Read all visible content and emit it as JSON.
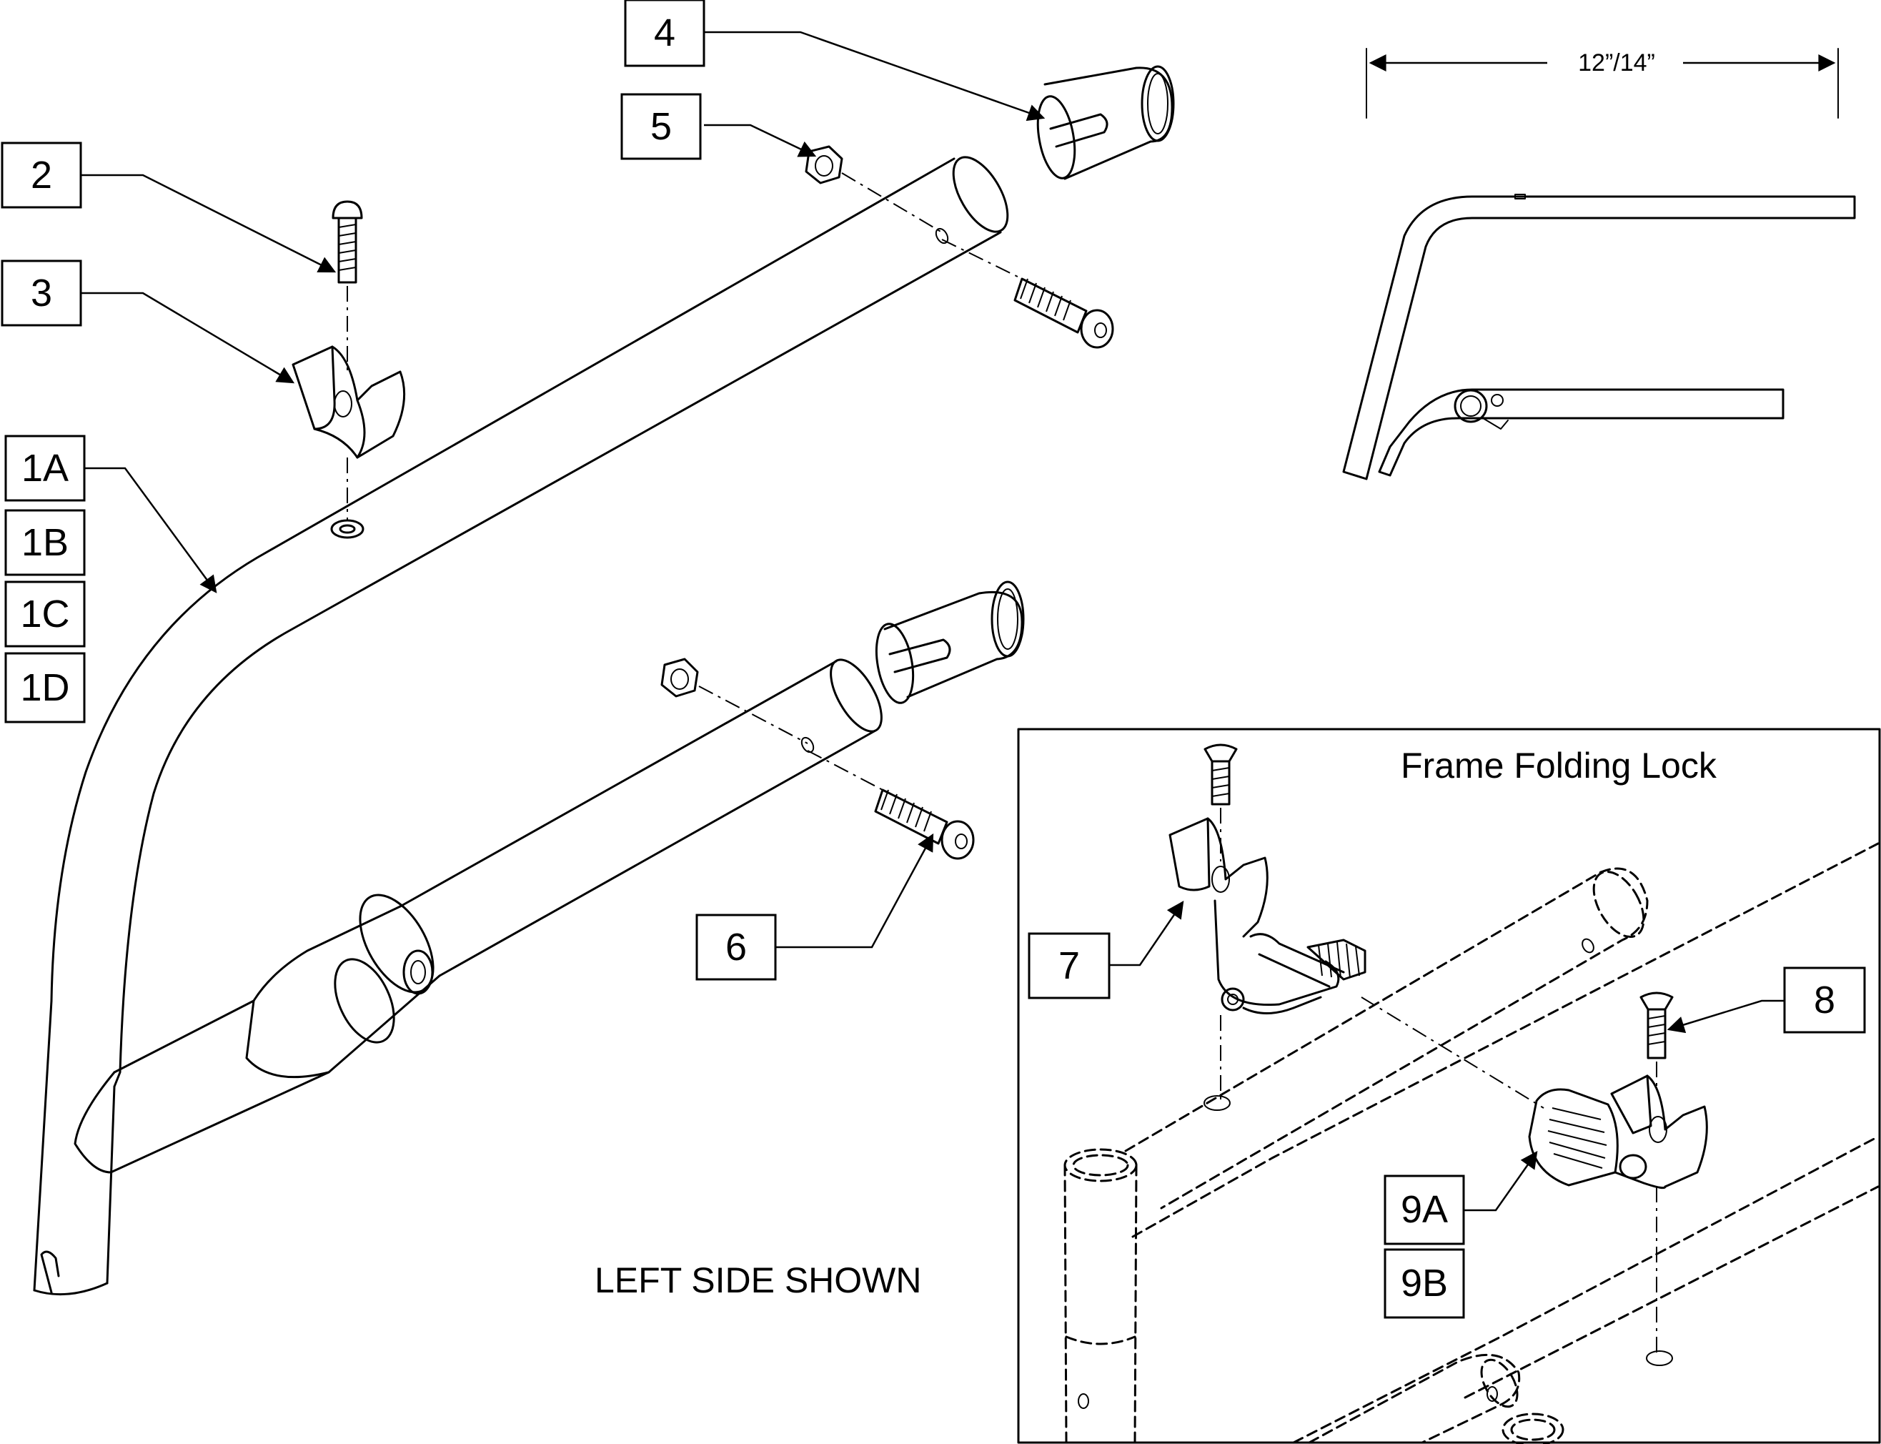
{
  "callouts": [
    {
      "id": "4",
      "text": "4"
    },
    {
      "id": "5",
      "text": "5"
    },
    {
      "id": "2",
      "text": "2"
    },
    {
      "id": "3",
      "text": "3"
    },
    {
      "id": "1A",
      "text": "1A"
    },
    {
      "id": "1B",
      "text": "1B"
    },
    {
      "id": "1C",
      "text": "1C"
    },
    {
      "id": "1D",
      "text": "1D"
    },
    {
      "id": "6",
      "text": "6"
    },
    {
      "id": "7",
      "text": "7"
    },
    {
      "id": "8",
      "text": "8"
    },
    {
      "id": "9A",
      "text": "9A"
    },
    {
      "id": "9B",
      "text": "9B"
    }
  ],
  "dimension": "12”/14”",
  "inset_title": "Frame Folding Lock",
  "side_note": "LEFT SIDE SHOWN"
}
